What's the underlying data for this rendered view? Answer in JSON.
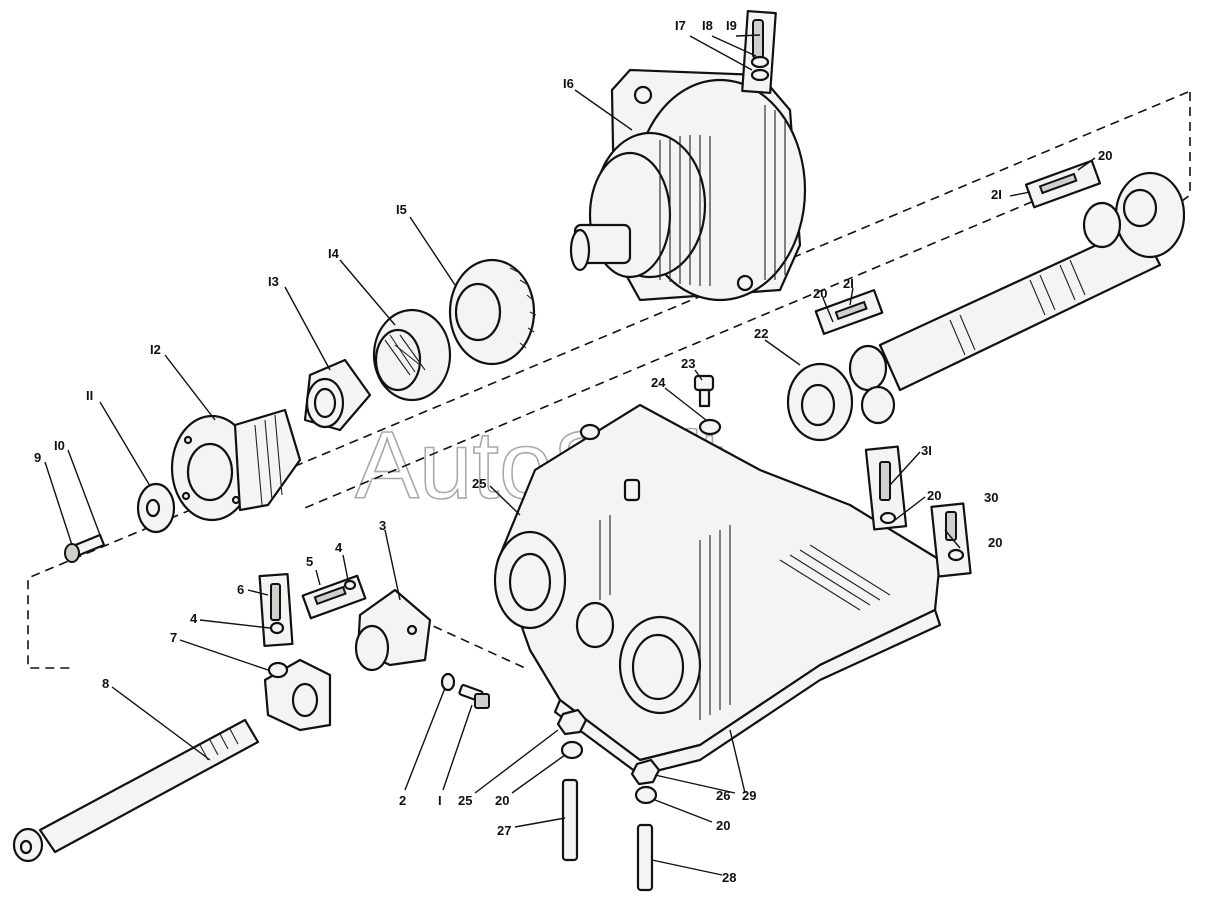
{
  "watermark": "AutoSoft",
  "callouts": [
    {
      "id": "c17",
      "text": "I7"
    },
    {
      "id": "c18",
      "text": "I8"
    },
    {
      "id": "c19",
      "text": "I9"
    },
    {
      "id": "c16",
      "text": "I6"
    },
    {
      "id": "c20a",
      "text": "20"
    },
    {
      "id": "c21a",
      "text": "2I"
    },
    {
      "id": "c15",
      "text": "I5"
    },
    {
      "id": "c14",
      "text": "I4"
    },
    {
      "id": "c13",
      "text": "I3"
    },
    {
      "id": "c12",
      "text": "I2"
    },
    {
      "id": "c11",
      "text": "II"
    },
    {
      "id": "c10",
      "text": "I0"
    },
    {
      "id": "c9",
      "text": "9"
    },
    {
      "id": "c20b",
      "text": "20"
    },
    {
      "id": "c21b",
      "text": "2I"
    },
    {
      "id": "c22",
      "text": "22"
    },
    {
      "id": "c23",
      "text": "23"
    },
    {
      "id": "c24",
      "text": "24"
    },
    {
      "id": "c31",
      "text": "3I"
    },
    {
      "id": "c25a",
      "text": "25"
    },
    {
      "id": "c20c",
      "text": "20"
    },
    {
      "id": "c30",
      "text": "30"
    },
    {
      "id": "c20d",
      "text": "20"
    },
    {
      "id": "c6",
      "text": "6"
    },
    {
      "id": "c5",
      "text": "5"
    },
    {
      "id": "c4a",
      "text": "4"
    },
    {
      "id": "c3",
      "text": "3"
    },
    {
      "id": "c4b",
      "text": "4"
    },
    {
      "id": "c7",
      "text": "7"
    },
    {
      "id": "c8",
      "text": "8"
    },
    {
      "id": "c2",
      "text": "2"
    },
    {
      "id": "c1",
      "text": "I"
    },
    {
      "id": "c25b",
      "text": "25"
    },
    {
      "id": "c20e",
      "text": "20"
    },
    {
      "id": "c27",
      "text": "27"
    },
    {
      "id": "c26",
      "text": "26"
    },
    {
      "id": "c29",
      "text": "29"
    },
    {
      "id": "c20f",
      "text": "20"
    },
    {
      "id": "c28",
      "text": "28"
    }
  ]
}
